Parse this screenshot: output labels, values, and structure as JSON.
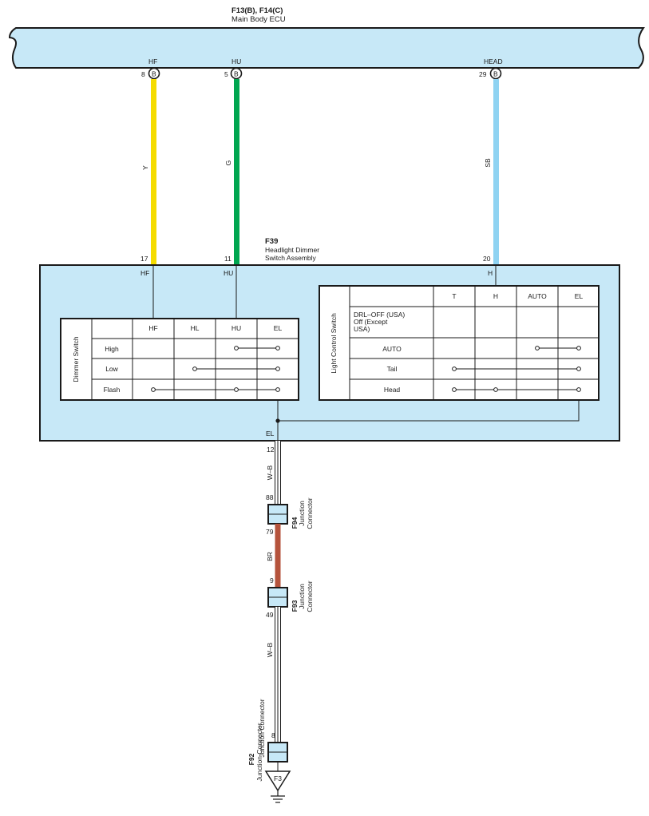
{
  "colors": {
    "panel_fill": "#c7e8f7",
    "wire_yellow": "#f5dc00",
    "wire_green": "#00a650",
    "wire_skyblue": "#8fd3f2",
    "wire_brown": "#b5533c",
    "wire_white_black": "#ffffff",
    "line": "#1a1a1a"
  },
  "ecu": {
    "connector_title": "F13(B), F14(C)",
    "name": "Main Body ECU",
    "terminals": [
      {
        "label": "HF",
        "pin": "8",
        "connector": "B"
      },
      {
        "label": "HU",
        "pin": "5",
        "connector": "B"
      },
      {
        "label": "HEAD",
        "pin": "29",
        "connector": "B"
      }
    ]
  },
  "wires": {
    "hf": "Y",
    "hu": "G",
    "head": "SB",
    "el_upper": "W–B",
    "junction_mid": "BR",
    "el_lower": "W–B"
  },
  "switch_assembly": {
    "code": "F39",
    "name_line1": "Headlight Dimmer",
    "name_line2": "Switch Assembly",
    "pins": {
      "hf": "17",
      "hu": "11",
      "h": "20",
      "el": "12"
    },
    "terminals": {
      "hf": "HF",
      "hu": "HU",
      "h": "H",
      "el": "EL"
    }
  },
  "dimmer_switch": {
    "title": "Dimmer Switch",
    "columns": [
      "HF",
      "HL",
      "HU",
      "EL"
    ],
    "rows": [
      "High",
      "Low",
      "Flash"
    ]
  },
  "light_control_switch": {
    "title": "Light Control Switch",
    "columns": [
      "T",
      "H",
      "AUTO",
      "EL"
    ],
    "rows": [
      "DRL–OFF (USA)\nOff (Except\nUSA)",
      "AUTO",
      "Tail",
      "Head"
    ]
  },
  "f94": {
    "code": "F94",
    "line1": "Junction",
    "line2": "Connector",
    "pin_top": "88",
    "pin_bottom": "79"
  },
  "f93": {
    "code": "F93",
    "line1": "Junction",
    "line2": "Connector",
    "pin_top": "9",
    "pin_bottom": "49"
  },
  "f92": {
    "code": "F92",
    "name": "Junction Connector",
    "pin": "8"
  },
  "ground": {
    "label": "F3"
  }
}
